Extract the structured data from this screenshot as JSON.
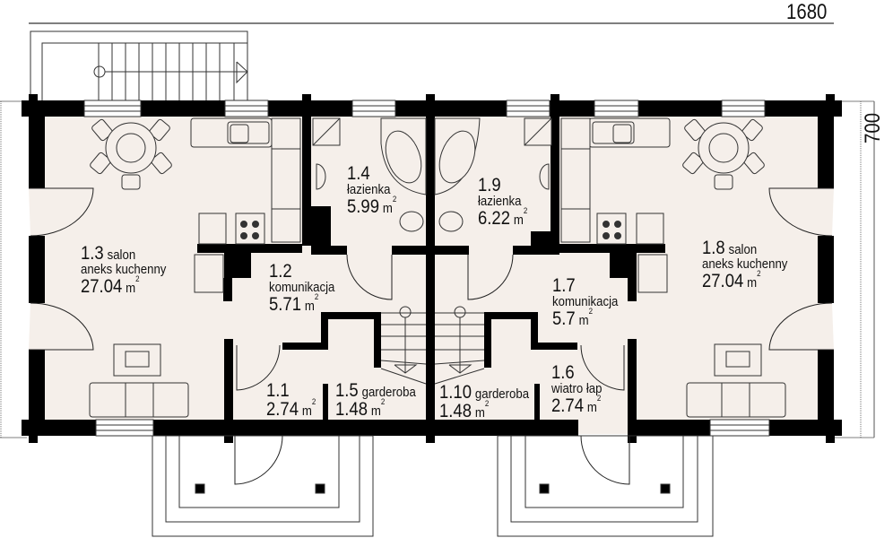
{
  "plan": {
    "type": "floor plan",
    "floor_color": "#f5efea",
    "wall_color": "#000000",
    "dimensions": {
      "width_label": "1680",
      "height_label": "700"
    },
    "rooms": [
      {
        "id": "1.1",
        "name": "",
        "area": "2.74",
        "unit": "m",
        "sup": "2"
      },
      {
        "id": "1.2",
        "name": "komunikacja",
        "area": "5.71",
        "unit": "m",
        "sup": "2"
      },
      {
        "id": "1.3",
        "name": "salon",
        "name2": "aneks kuchenny",
        "area": "27.04",
        "unit": "m",
        "sup": "2"
      },
      {
        "id": "1.4",
        "name": "łazienka",
        "area": "5.99",
        "unit": "m",
        "sup": "2"
      },
      {
        "id": "1.5",
        "name": "garderoba",
        "area": "1.48",
        "unit": "m",
        "sup": "2"
      },
      {
        "id": "1.6",
        "name": "wiatro łap",
        "area": "2.74",
        "unit": "m",
        "sup": "2"
      },
      {
        "id": "1.7",
        "name": "komunikacja",
        "area": "5.7",
        "unit": "m",
        "sup": "2"
      },
      {
        "id": "1.8",
        "name": "salon",
        "name2": "aneks kuchenny",
        "area": "27.04",
        "unit": "m",
        "sup": "2"
      },
      {
        "id": "1.9",
        "name": "łazienka",
        "area": "6.22",
        "unit": "m",
        "sup": "2"
      },
      {
        "id": "1.10",
        "name": "garderoba",
        "area": "1.48",
        "unit": "m",
        "sup": "2"
      }
    ]
  }
}
